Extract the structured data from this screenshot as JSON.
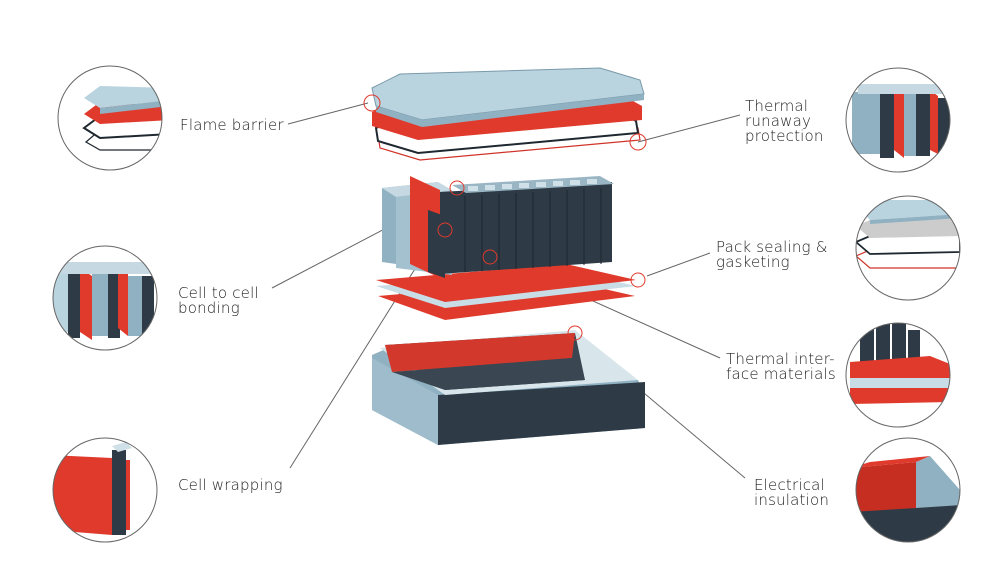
{
  "labels": {
    "flame_barrier": "Flame barrier",
    "cell_to_cell_bonding": "Cell to cell\nbonding",
    "cell_wrapping": "Cell wrapping",
    "thermal_runaway_protection": "Thermal\nrunaway\nprotection",
    "pack_sealing_gasketing": "Pack sealing &\ngasketing",
    "thermal_interface_materials": "Thermal inter-\nface materials",
    "electrical_insulation": "Electrical\ninsulation"
  },
  "colors": {
    "red": "#e03a2c",
    "dark_red": "#c62e22",
    "light_blue": "#b9d3df",
    "mid_blue": "#8fb1c2",
    "dark_slate": "#2e3b46",
    "line": "#555555",
    "circle": "#666666"
  }
}
